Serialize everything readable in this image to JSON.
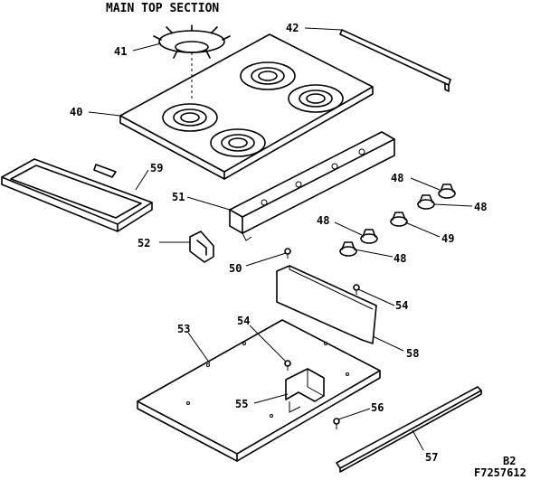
{
  "title": "MAIN TOP SECTION",
  "callouts": [
    {
      "key": "p41",
      "text": "41"
    },
    {
      "key": "p42",
      "text": "42"
    },
    {
      "key": "p40",
      "text": "40"
    },
    {
      "key": "p59",
      "text": "59"
    },
    {
      "key": "p51",
      "text": "51"
    },
    {
      "key": "p48a",
      "text": "48"
    },
    {
      "key": "p48b",
      "text": "48"
    },
    {
      "key": "p48c",
      "text": "48"
    },
    {
      "key": "p48d",
      "text": "48"
    },
    {
      "key": "p49",
      "text": "49"
    },
    {
      "key": "p52",
      "text": "52"
    },
    {
      "key": "p50",
      "text": "50"
    },
    {
      "key": "p54a",
      "text": "54"
    },
    {
      "key": "p58",
      "text": "58"
    },
    {
      "key": "p53",
      "text": "53"
    },
    {
      "key": "p54b",
      "text": "54"
    },
    {
      "key": "p55",
      "text": "55"
    },
    {
      "key": "p56",
      "text": "56"
    },
    {
      "key": "p57",
      "text": "57"
    }
  ],
  "code": "B2",
  "figure_number": "F7257612"
}
